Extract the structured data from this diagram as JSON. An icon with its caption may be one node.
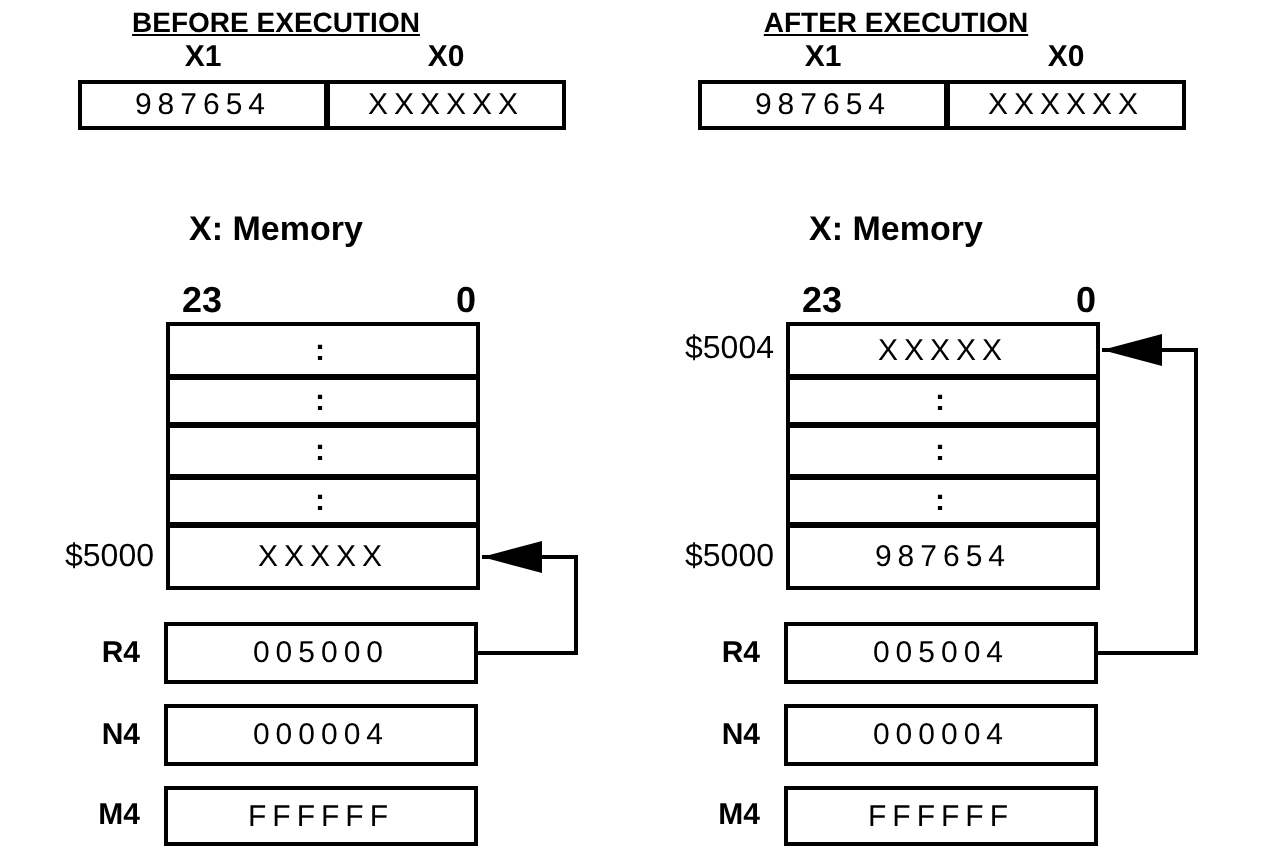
{
  "diagram": {
    "nodes": [
      {
        "text": [
          "987654"
        ],
        "beside": [
          "X1"
        ]
      },
      {
        "text": [
          "XXXXXX"
        ],
        "beside": [
          "X0"
        ]
      },
      {
        "text": [
          ":"
        ]
      },
      {
        "text": [
          ":"
        ]
      },
      {
        "text": [
          ":"
        ]
      },
      {
        "text": [
          ":"
        ]
      },
      {
        "text": [
          "XXXXX"
        ],
        "beside": [
          "$5000"
        ]
      },
      {
        "text": [
          "005000"
        ],
        "beside": [
          "R4"
        ]
      },
      {
        "text": [
          "000004"
        ],
        "beside": [
          "N4"
        ]
      },
      {
        "text": [
          "FFFFFF"
        ],
        "beside": [
          "M4"
        ]
      },
      {
        "text": [
          "987654"
        ],
        "beside": [
          "X1"
        ]
      },
      {
        "text": [
          "XXXXXX"
        ],
        "beside": [
          "X0"
        ]
      },
      {
        "text": [
          "XXXXX"
        ],
        "beside": [
          "$5004"
        ]
      },
      {
        "text": [
          ":"
        ]
      },
      {
        "text": [
          ":"
        ]
      },
      {
        "text": [
          ":"
        ]
      },
      {
        "text": [
          "987654"
        ],
        "beside": [
          "$5000"
        ]
      },
      {
        "text": [
          "005004"
        ],
        "beside": [
          "R4"
        ]
      },
      {
        "text": [
          "000004"
        ],
        "beside": [
          "N4"
        ]
      },
      {
        "text": [
          "FFFFFF"
        ],
        "beside": [
          "M4"
        ]
      }
    ],
    "edges": [
      {
        "from": 7,
        "to": 6,
        "arrow": "to"
      },
      {
        "from": 17,
        "to": 12,
        "arrow": "to"
      }
    ],
    "labels": [
      "BEFORE EXECUTION",
      "X: Memory",
      "23",
      "0",
      "AFTER EXECUTION",
      "X: Memory",
      "23",
      "0"
    ]
  }
}
